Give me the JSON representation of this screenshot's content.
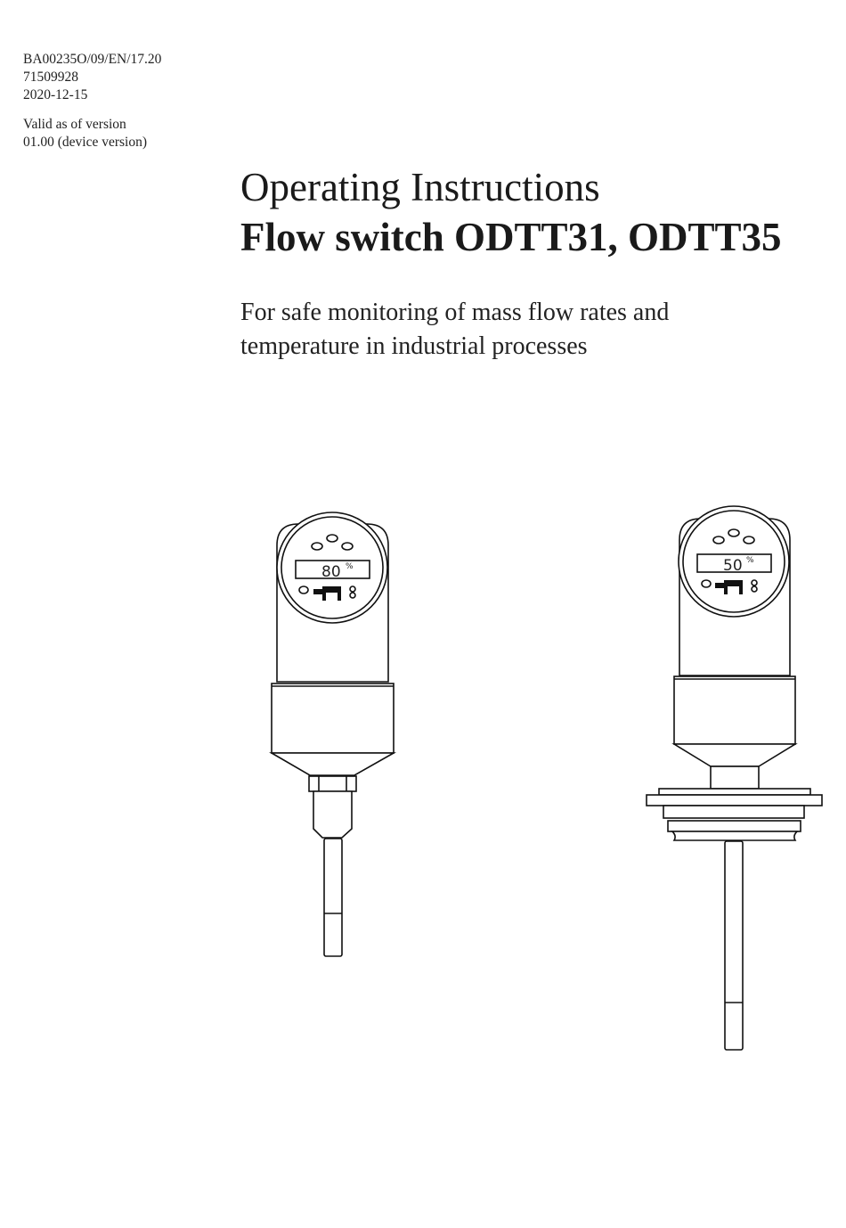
{
  "document_meta": {
    "doc_code": "BA00235O/09/EN/17.20",
    "order_number": "71509928",
    "date": "2020-12-15",
    "validity_line1": "Valid as of version",
    "validity_line2": "01.00 (device version)"
  },
  "title": {
    "line1": "Operating Instructions",
    "line2": "Flow switch ODTT31, ODTT35"
  },
  "subtitle": {
    "line1": "For safe monitoring of mass flow rates and",
    "line2": "temperature in industrial processes"
  },
  "illustrations": {
    "device_left": {
      "display_value": "80",
      "display_unit": "%"
    },
    "device_right": {
      "display_value": "50",
      "display_unit": "%"
    }
  }
}
